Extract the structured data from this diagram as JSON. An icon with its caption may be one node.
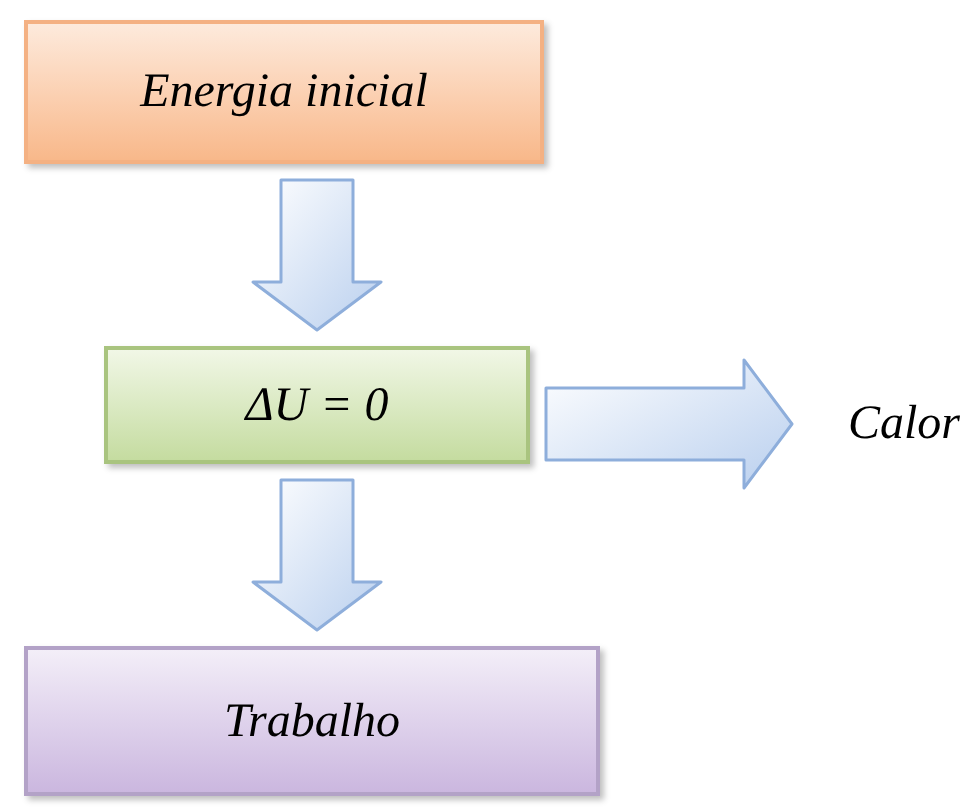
{
  "diagram": {
    "nodes": [
      {
        "text": [
          "Energia inicial"
        ]
      },
      {
        "text": [
          "ΔU = 0"
        ]
      },
      {
        "text": [
          "Calor"
        ]
      },
      {
        "text": [
          "Trabalho"
        ]
      }
    ],
    "edges": [
      {
        "from": 0,
        "to": 1,
        "arrow": "to"
      },
      {
        "from": 1,
        "to": 2,
        "arrow": "to"
      },
      {
        "from": 1,
        "to": 3,
        "arrow": "to"
      }
    ]
  }
}
